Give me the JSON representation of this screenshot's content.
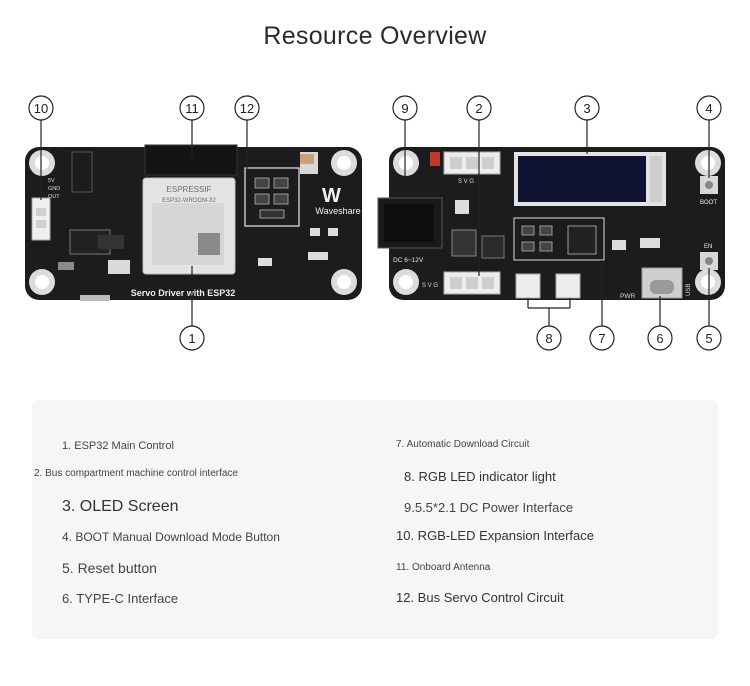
{
  "page": {
    "title": "Resource Overview"
  },
  "board_left": {
    "silk_logo": "ESPRESSIF",
    "silk_module": "ESP32-WROOM-32",
    "silk_brand": "Waveshare",
    "silk_product": "Servo Driver with ESP32",
    "silk_pins": [
      "5V",
      "GND",
      "OUT"
    ]
  },
  "board_right": {
    "silk_dc": "DC 6~12V",
    "silk_svg_top": "S V G",
    "silk_svg_bottom": "S V G",
    "silk_boot": "BOOT",
    "silk_en": "EN",
    "silk_pwr": "PWR",
    "silk_usb": "USB"
  },
  "callouts": [
    "1",
    "2",
    "3",
    "4",
    "5",
    "6",
    "7",
    "8",
    "9",
    "10",
    "11",
    "12"
  ],
  "legend": {
    "items": [
      "1. ESP32 Main Control",
      "2. Bus compartment machine control interface",
      "3. OLED Screen",
      "4. BOOT Manual Download Mode Button",
      "5. Reset button",
      "6. TYPE-C Interface",
      "7. Automatic Download Circuit",
      "8. RGB LED indicator light",
      "9.5.5*2.1 DC Power Interface",
      "10. RGB-LED Expansion Interface",
      "11. Onboard Antenna",
      "12. Bus Servo Control Circuit"
    ]
  }
}
